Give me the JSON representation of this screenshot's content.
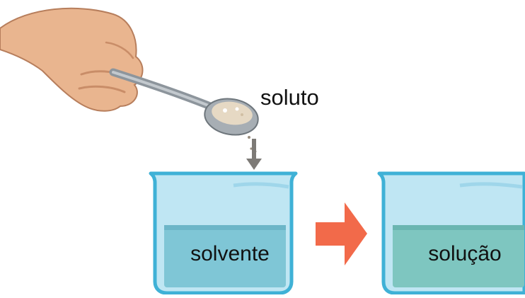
{
  "labels": {
    "solute": "soluto",
    "solvent": "solvente",
    "solution": "solução"
  },
  "colors": {
    "skin": "#e9b58f",
    "skin_shadow": "#c98d68",
    "spoon": "#9aa2a8",
    "powder": "#e6d9c4",
    "arrow_small": "#7d7a76",
    "arrow_big": "#f26a4a",
    "beaker_glass": "#bfe6f3",
    "beaker_edge": "#3fb1d6",
    "solvent_liquid": "#7fc6d6",
    "solution_liquid": "#7ec6c0"
  },
  "icons": {
    "hand": "hand-icon",
    "spoon": "spoon-icon",
    "arrow": "right-arrow-icon",
    "beaker": "beaker-icon"
  }
}
